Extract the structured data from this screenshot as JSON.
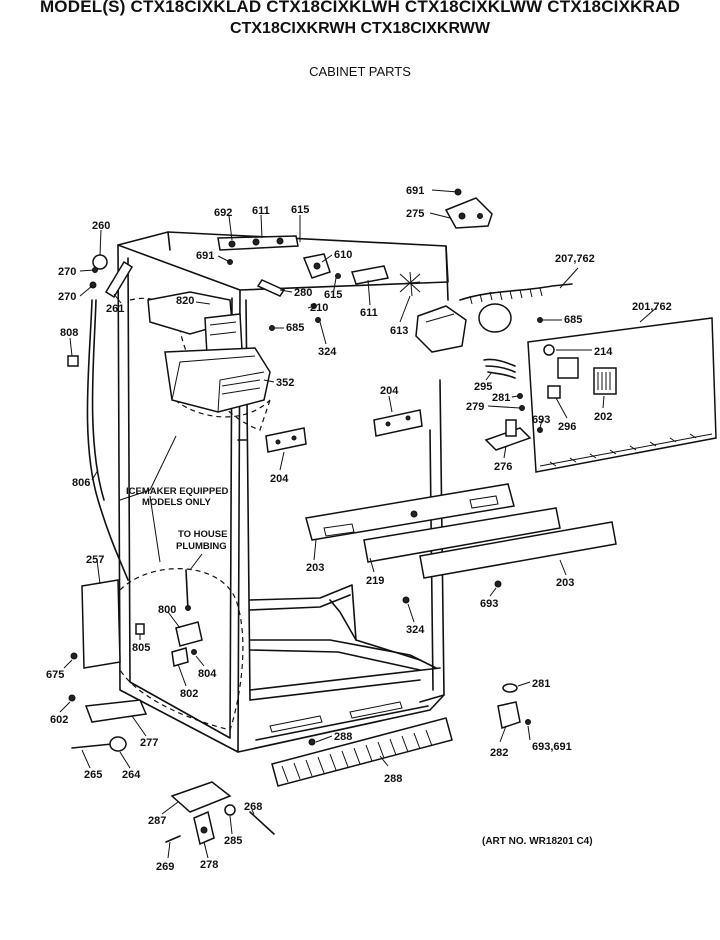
{
  "header": {
    "models_line1": "MODEL(S) CTX18CIXKLAD CTX18CIXKLWH CTX18CIXKLWW CTX18CIXKRAD",
    "models_line2": "CTX18CIXKRWH CTX18CIXKRWW",
    "section_title": "CABINET PARTS"
  },
  "notes": {
    "icemaker_line1": "ICEMAKER EQUIPPED",
    "icemaker_line2": "MODELS ONLY",
    "plumbing_line1": "TO HOUSE",
    "plumbing_line2": "PLUMBING"
  },
  "art_number": "(ART NO. WR18201 C4)",
  "part_labels": [
    "691",
    "275",
    "692",
    "611",
    "615",
    "691",
    "610",
    "260",
    "270",
    "270",
    "261",
    "280",
    "820",
    "615",
    "210",
    "611",
    "613",
    "207,762",
    "685",
    "685",
    "201,762",
    "808",
    "324",
    "352",
    "214",
    "295",
    "281",
    "279",
    "693",
    "296",
    "202",
    "276",
    "204",
    "204",
    "806",
    "203",
    "219",
    "203",
    "693",
    "324",
    "257",
    "800",
    "805",
    "804",
    "802",
    "675",
    "602",
    "277",
    "281",
    "288",
    "282",
    "693,691",
    "265",
    "264",
    "288",
    "268",
    "287",
    "285",
    "269",
    "278"
  ]
}
